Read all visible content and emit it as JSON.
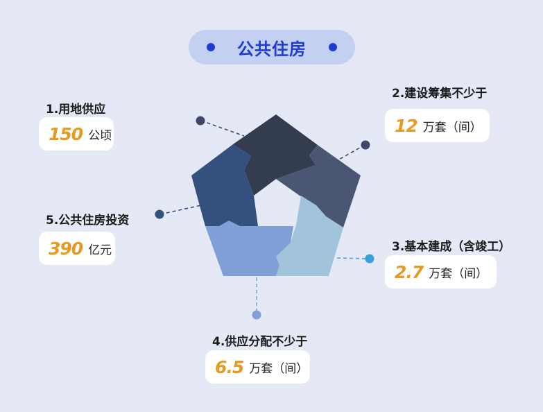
{
  "title": "公共住房",
  "items": [
    {
      "label": "1.用地供应",
      "value": "150",
      "unit": "公顷"
    },
    {
      "label": "2.建设筹集不少于",
      "value": "12",
      "unit": "万套（间）"
    },
    {
      "label": "3.基本建成（含竣工）",
      "value": "2.7",
      "unit": "万套（间）"
    },
    {
      "label": "4.供应分配不少于",
      "value": "6.5",
      "unit": "万套（间）"
    },
    {
      "label": "5.公共住房投资",
      "value": "390",
      "unit": "亿元"
    }
  ],
  "colors": {
    "background": "#e4e9f5",
    "title": "#1d3cd0",
    "number": "#e69a22",
    "segment_top": "#343d4f",
    "segment_right": "#4b5772",
    "segment_bottom_right": "#a2c4da",
    "segment_bottom_left": "#7f9fd6",
    "segment_left": "#34507d"
  }
}
